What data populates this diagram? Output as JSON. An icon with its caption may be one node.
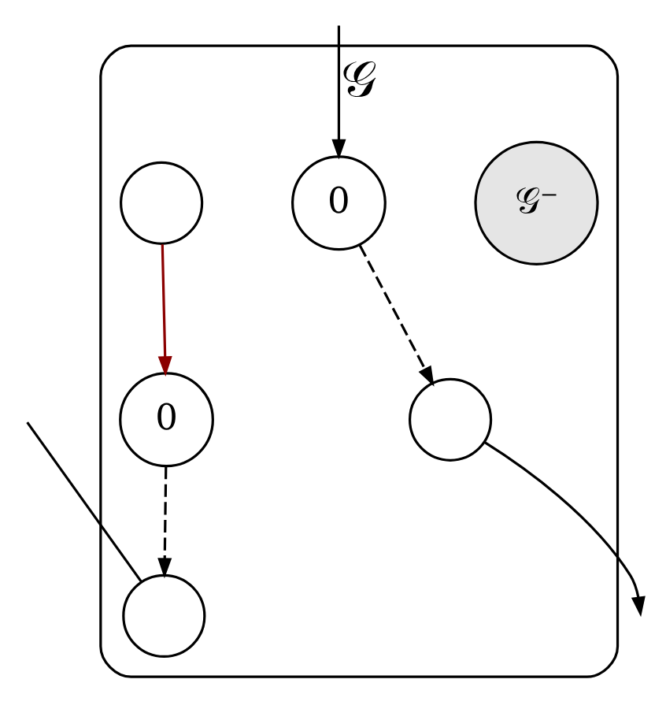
{
  "diagram": {
    "nodes": [
      {
        "text": [
          "𝒢"
        ]
      },
      {
        "text": [
          "𝒢⁻"
        ],
        "in": 0
      },
      {
        "text": [],
        "shape": "circle",
        "in": 0
      },
      {
        "text": [
          "0"
        ],
        "in": 0
      },
      {
        "text": [],
        "shape": "circle",
        "in": 0
      },
      {
        "text": [
          "0"
        ],
        "in": 0
      },
      {
        "text": [],
        "shape": "circle",
        "in": 0
      }
    ],
    "edges": [
      {
        "from": 2,
        "to": 3,
        "arrow": "to",
        "color": "#8b0000"
      },
      {
        "from": 3,
        "to": 6,
        "arrow": "to",
        "style": "dashed"
      },
      {
        "from": 5,
        "to": 4,
        "arrow": "to",
        "style": "dashed"
      },
      {
        "from": null,
        "to": 5,
        "arrow": "to"
      },
      {
        "from": null,
        "to": 6,
        "arrow": "none"
      },
      {
        "from": 4,
        "to": null,
        "arrow": "to"
      }
    ]
  }
}
